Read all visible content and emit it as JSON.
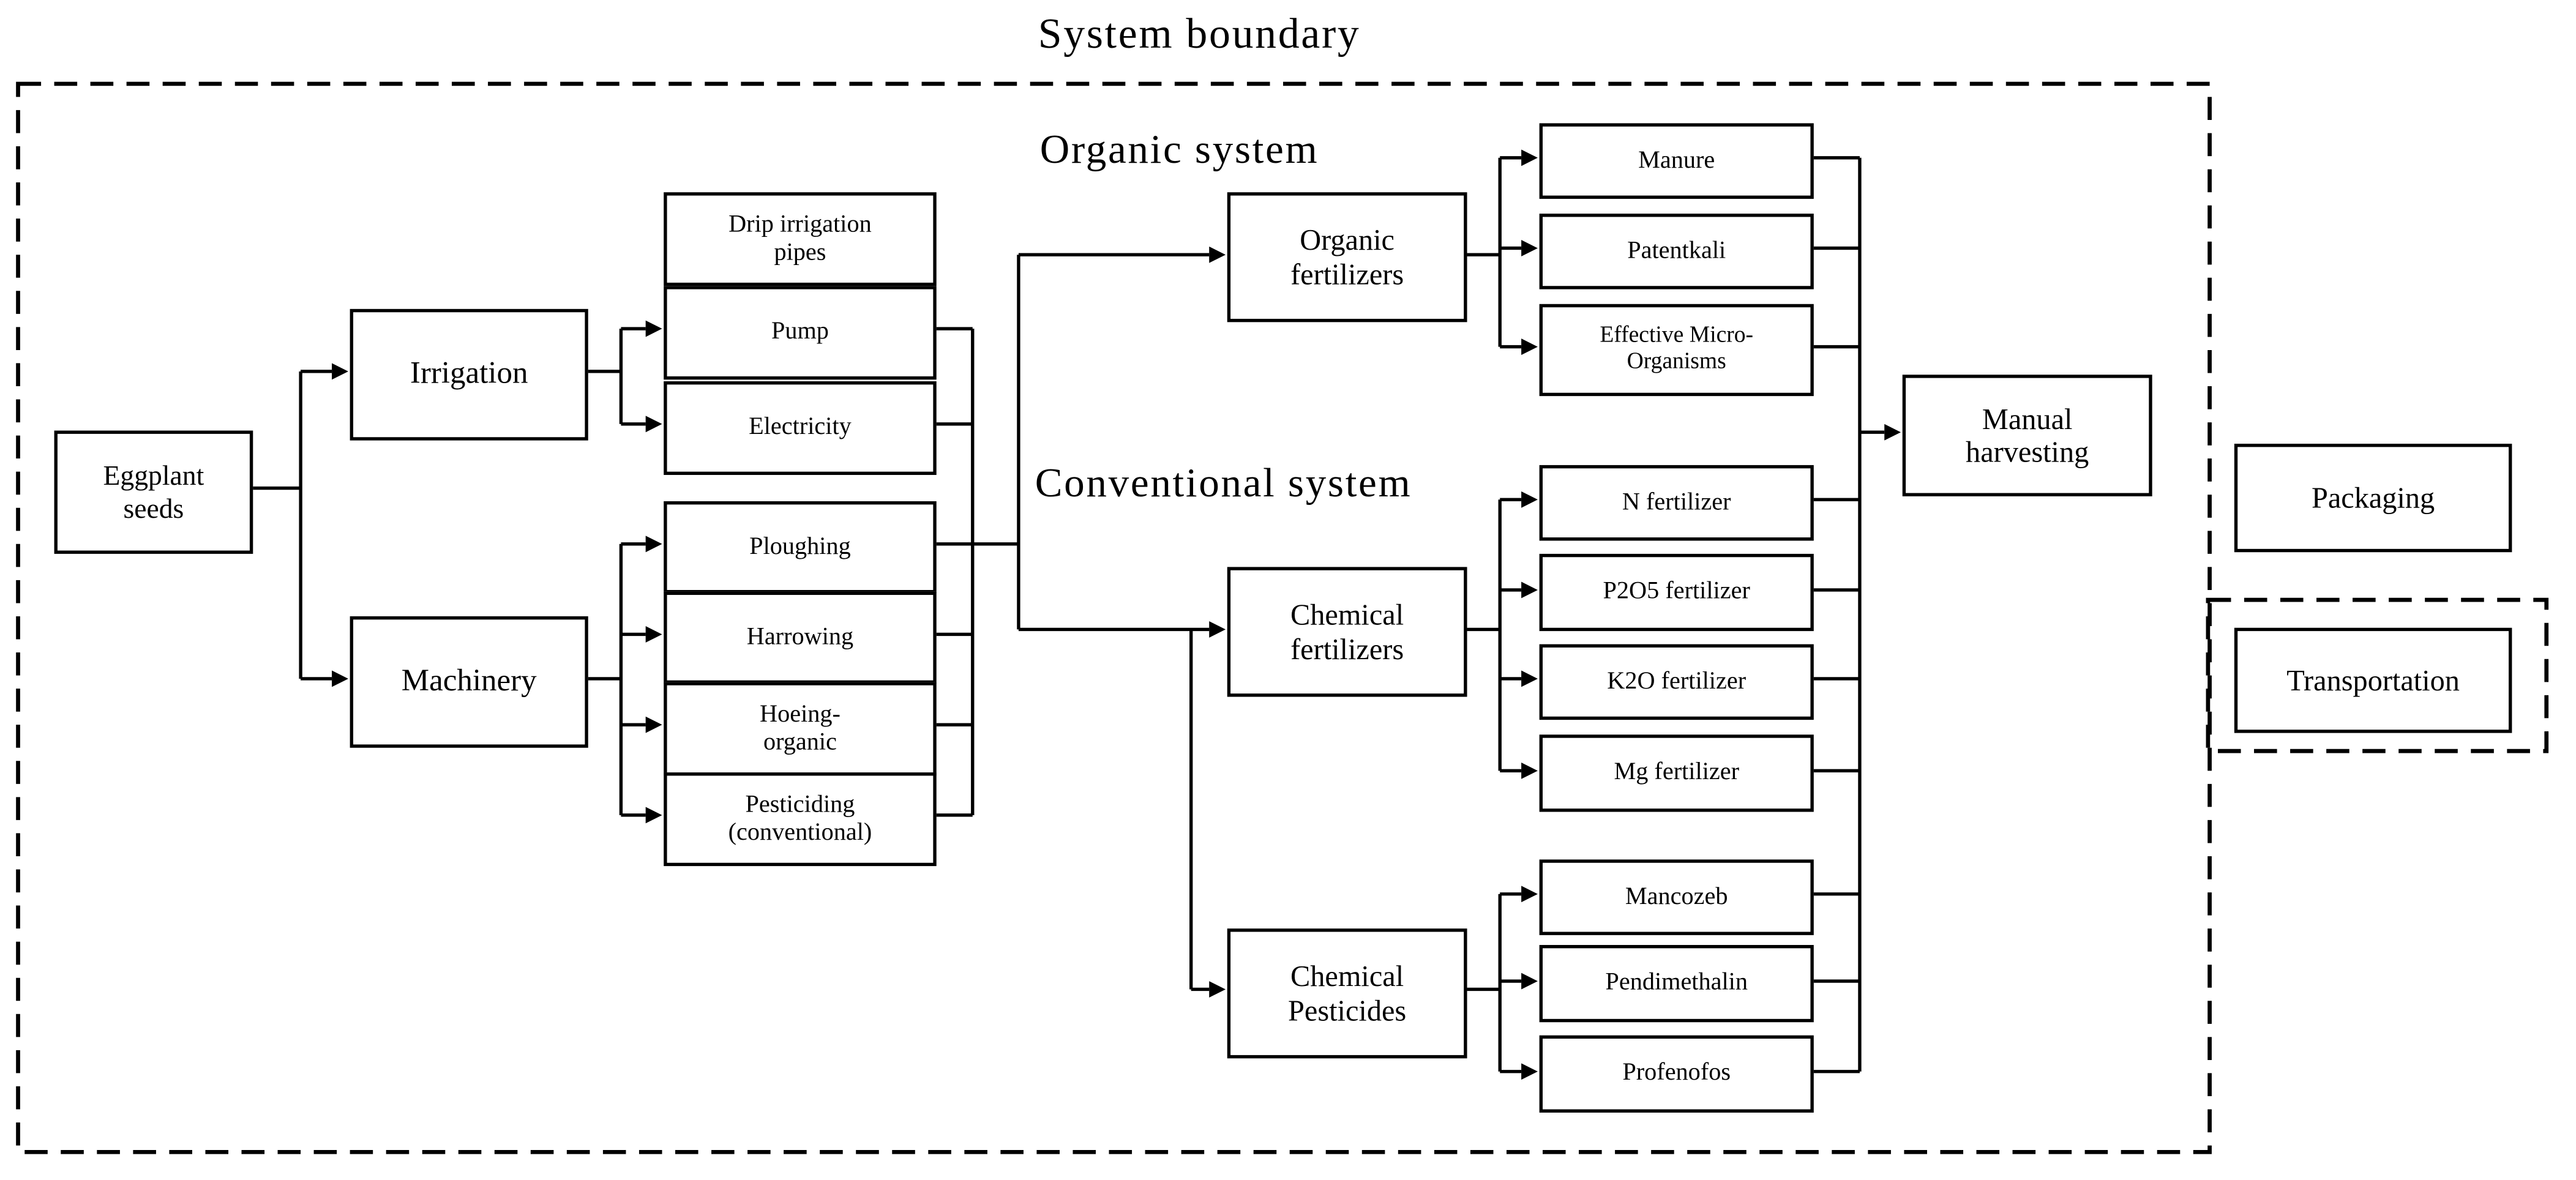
{
  "colors": {
    "ink": "#000000",
    "background": "#ffffff"
  },
  "diagram": {
    "title": "System boundary",
    "section_labels": {
      "organic": "Organic system",
      "conventional": "Conventional system"
    },
    "nodes": {
      "eggplant_seeds": "Eggplant seeds",
      "irrigation": "Irrigation",
      "machinery": "Machinery",
      "drip_irrigation_pipes": "Drip irrigation pipes",
      "pump": "Pump",
      "electricity": "Electricity",
      "ploughing": "Ploughing",
      "harrowing": "Harrowing",
      "hoeing_organic": "Hoeing-organic",
      "pesticiding_conventional": "Pesticiding (conventional)",
      "organic_fertilizers": "Organic fertilizers",
      "manure": "Manure",
      "patentkali": "Patentkali",
      "effective_micro_organisms": "Effective Micro-Organisms",
      "chemical_fertilizers": "Chemical fertilizers",
      "n_fertilizer": "N fertilizer",
      "p2o5_fertilizer": "P2O5 fertilizer",
      "k2o_fertilizer": "K2O fertilizer",
      "mg_fertilizer": "Mg fertilizer",
      "chemical_pesticides": "Chemical Pesticides",
      "mancozeb": "Mancozeb",
      "pendimethalin": "Pendimethalin",
      "profenofos": "Profenofos",
      "manual_harvesting": "Manual harvesting",
      "packaging": "Packaging",
      "transportation": "Transportation"
    }
  }
}
